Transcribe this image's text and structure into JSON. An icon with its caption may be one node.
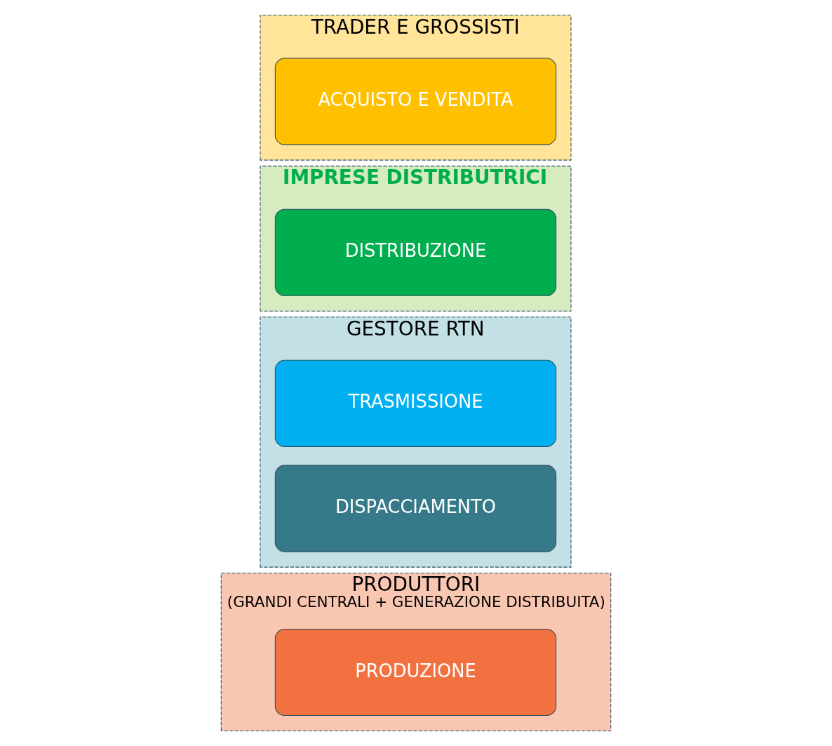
{
  "diagram": {
    "nodes": [
      {
        "text": [
          "PRODUTTORI",
          "(GRANDI CENTRALI + GENERAZIONE DISTRIBUITA)"
        ]
      },
      {
        "text": [
          "PRODUZIONE"
        ],
        "in": 0
      },
      {
        "text": [
          "GESTORE RTN"
        ]
      },
      {
        "text": [
          "TRASMISSIONE"
        ],
        "in": 2
      },
      {
        "text": [
          "DISPACCIAMENTO"
        ],
        "in": 2
      },
      {
        "text": [
          "IMPRESE DISTRIBUTRICI"
        ]
      },
      {
        "text": [
          "DISTRIBUZIONE"
        ],
        "in": 5
      },
      {
        "text": [
          "TRADER E GROSSISTI"
        ]
      },
      {
        "text": [
          "ACQUISTO E VENDITA"
        ],
        "in": 7
      }
    ],
    "edges": []
  }
}
